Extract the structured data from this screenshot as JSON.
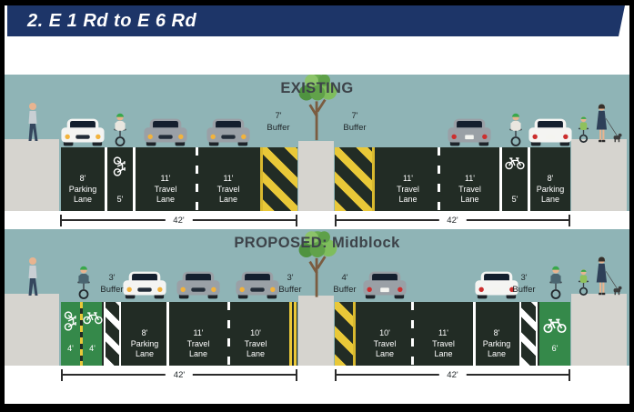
{
  "title": "2. E 1 Rd  to E 6 Rd",
  "colors": {
    "navy": "#1d3568",
    "sky": "#8fb4b6",
    "road": "#222c25",
    "walk": "#d6d4cf",
    "bikegreen": "#35894a",
    "yellow": "#e9c838"
  },
  "existing": {
    "heading": "EXISTING",
    "left": {
      "parking": "8'\nParking\nLane",
      "bike": "5'",
      "travel1": "11'\nTravel\nLane",
      "travel2": "11'\nTravel\nLane",
      "buffer": "7'\nBuffer",
      "dim": "42'"
    },
    "right": {
      "buffer": "7'\nBuffer",
      "travel1": "11'\nTravel\nLane",
      "travel2": "11'\nTravel\nLane",
      "bike": "5'",
      "parking": "8'\nParking\nLane",
      "dim": "42'"
    }
  },
  "proposed": {
    "heading": "PROPOSED: Midblock",
    "left": {
      "bike1": "4'",
      "bike2": "4'",
      "buffer1": "3'\nBuffer",
      "parking": "8'\nParking\nLane",
      "travel1": "11'\nTravel\nLane",
      "travel2": "10'\nTravel\nLane",
      "buffer2": "3'\nBuffer",
      "dim": "42'"
    },
    "right": {
      "buffer1": "4'\nBuffer",
      "travel1": "10'\nTravel\nLane",
      "travel2": "11'\nTravel\nLane",
      "parking": "8'\nParking\nLane",
      "buffer2": "3'\nBuffer",
      "bike": "6'",
      "dim": "42'"
    }
  }
}
